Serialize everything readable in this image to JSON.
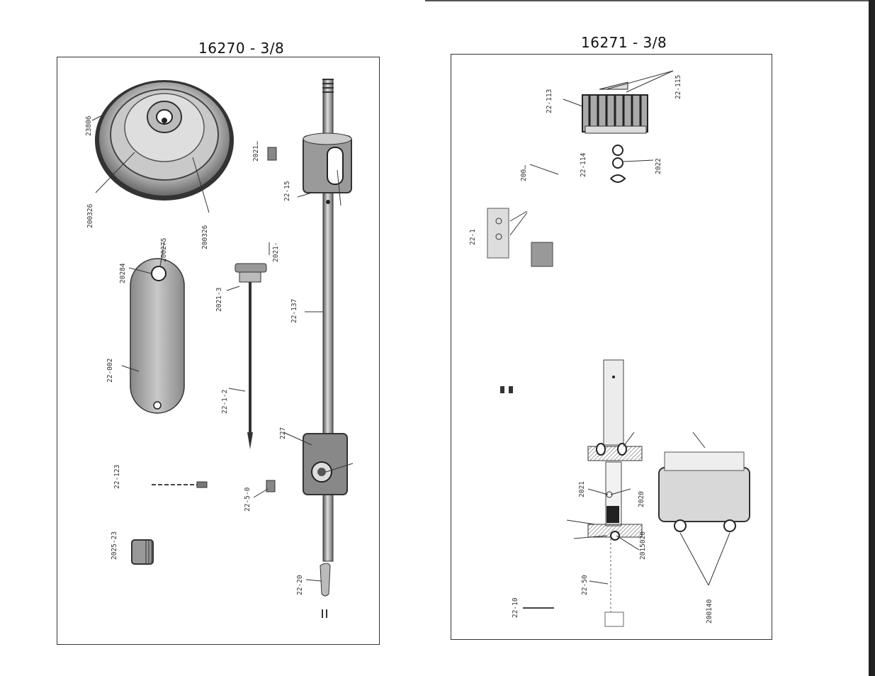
{
  "titles": {
    "left": "16270 - 3/8",
    "right": "16271 - 3/8"
  },
  "left_labels": {
    "pulley": "23806",
    "set_screw_top": "2021…",
    "pulley_ring_a": "200326",
    "pulley_ring_b": "200326",
    "plate_hole_a": "20284",
    "plate_hole_b": "200275",
    "plate": "22-002",
    "knob": "2021-3",
    "knob_top": "2021-",
    "spindle": "22-1-2",
    "shaft": "22-137",
    "collar_top": "22-15",
    "collar_bottom": "227",
    "screw_small": "22-123",
    "screw_mid": "22-5-0",
    "plug": "2025-23",
    "pin_bottom": "22-20"
  },
  "right_labels": {
    "cap": "22-113",
    "cap_screws": "22-115",
    "spring_clip": "200…",
    "clip_a": "22-114",
    "clip_b": "2022",
    "bracket": "22-1",
    "gear_a": "2021",
    "gear_b": "2020",
    "gear_c": "2015020",
    "shaft_low": "22-50",
    "block_screws": "200140",
    "pin_low": "22-10"
  }
}
